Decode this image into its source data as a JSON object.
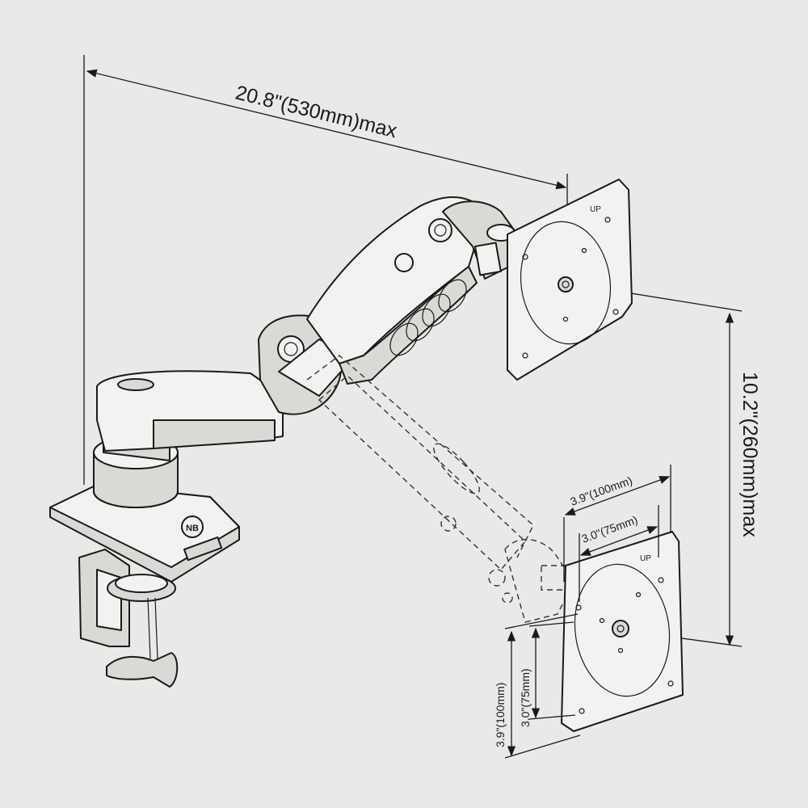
{
  "dimensions": {
    "width_max": "20.8\"(530mm)max",
    "height_max": "10.2\"(260mm)max",
    "vesa_h_100": "3.9\"(100mm)",
    "vesa_h_75": "3.0\"(75mm)",
    "vesa_v_100": "3.9\"(100mm)",
    "vesa_v_75": "3.0\"(75mm)"
  },
  "plate_labels": {
    "up_top": "UP",
    "up_bottom": "UP"
  },
  "logo_text": "NB"
}
